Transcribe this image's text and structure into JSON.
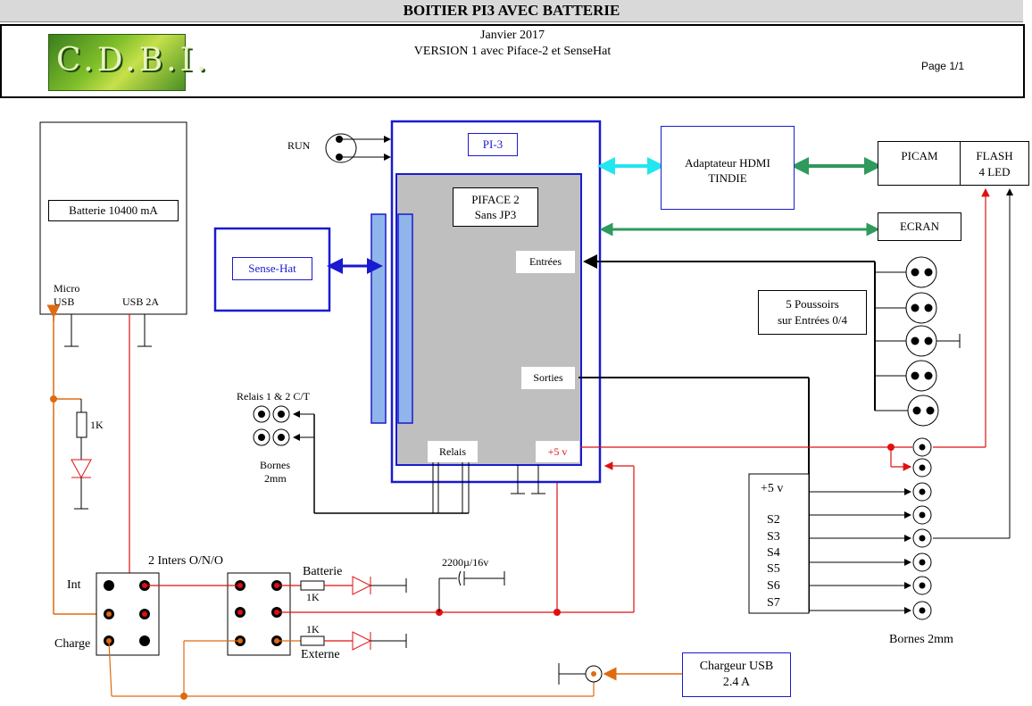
{
  "title": "BOITIER PI3 AVEC BATTERIE",
  "header": {
    "logo_text": "C.D.B.I.",
    "date": "Janvier 2017",
    "version": "VERSION 1 avec Piface-2 et SenseHat",
    "page": "Page 1/1"
  },
  "labels": {
    "battery": "Batterie 10400 mA",
    "micro_usb_1": "Micro",
    "micro_usb_2": "USB",
    "usb_2a": "USB 2A",
    "run": "RUN",
    "pi3": "PI-3",
    "piface_1": "PIFACE 2",
    "piface_2": "Sans JP3",
    "sense_hat": "Sense-Hat",
    "entrees": "Entrées",
    "sorties": "Sorties",
    "relais": "Relais",
    "plus5v": "+5 v",
    "hdmi_1": "Adaptateur HDMI",
    "hdmi_2": "TINDIE",
    "picam": "PICAM",
    "flash_1": "FLASH",
    "flash_2": "4 LED",
    "ecran": "ECRAN",
    "poussoirs_1": "5 Poussoirs",
    "poussoirs_2": "sur Entrées 0/4",
    "relais_ct": "Relais 1 & 2 C/T",
    "bornes_a": "Bornes",
    "bornes_b": "2mm",
    "resistor_1k": "1K",
    "inters": "2 Inters O/N/O",
    "int": "Int",
    "charge": "Charge",
    "batterie": "Batterie",
    "externe": "Externe",
    "cap": "2200µ/16v",
    "terminal_plus5v": "+5 v",
    "s2": "S2",
    "s3": "S3",
    "s4": "S4",
    "s5": "S5",
    "s6": "S6",
    "s7": "S7",
    "bornes_2mm": "Bornes 2mm",
    "chargeur_1": "Chargeur USB",
    "chargeur_2": "2.4 A"
  },
  "colors": {
    "blue": "#1a1ad0",
    "cyan": "#22e6f0",
    "green": "#2e9a5c",
    "red": "#e01010",
    "orange": "#e06a10",
    "gray": "#bfbfbf"
  }
}
